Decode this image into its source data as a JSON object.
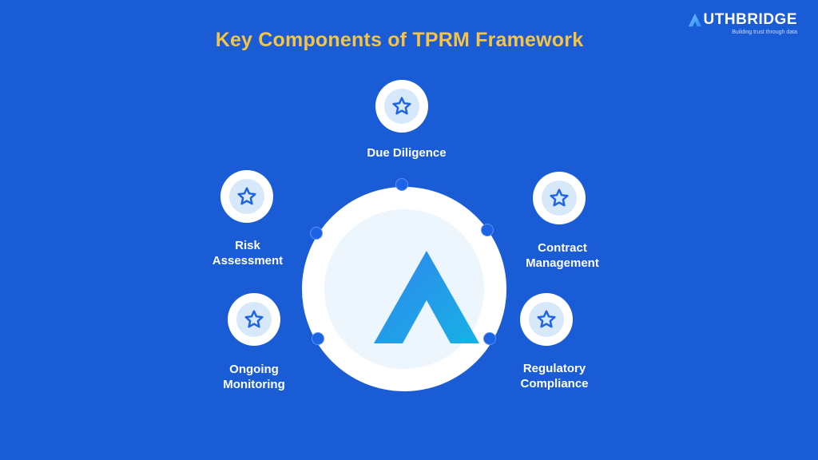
{
  "title": "Key Components of TPRM Framework",
  "brand": {
    "name": "UTHBRIDGE",
    "tagline": "Building trust through data"
  },
  "components": [
    {
      "id": "due-diligence",
      "lines": [
        "Due Diligence"
      ],
      "icon": "star-icon"
    },
    {
      "id": "contract-management",
      "lines": [
        "Contract",
        "Management"
      ],
      "icon": "star-icon"
    },
    {
      "id": "regulatory-compliance",
      "lines": [
        "Regulatory",
        "Compliance"
      ],
      "icon": "star-icon"
    },
    {
      "id": "ongoing-monitoring",
      "lines": [
        "Ongoing",
        "Monitoring"
      ],
      "icon": "star-icon"
    },
    {
      "id": "risk-assessment",
      "lines": [
        "Risk",
        "Assessment"
      ],
      "icon": "star-icon"
    }
  ],
  "hub": {
    "icon": "authbridge-a-logo-icon"
  },
  "colors": {
    "background": "#1a5bd6",
    "title": "#f6c445",
    "connector_dot": "#1d63e6",
    "icon_star": "#1d63e6"
  }
}
